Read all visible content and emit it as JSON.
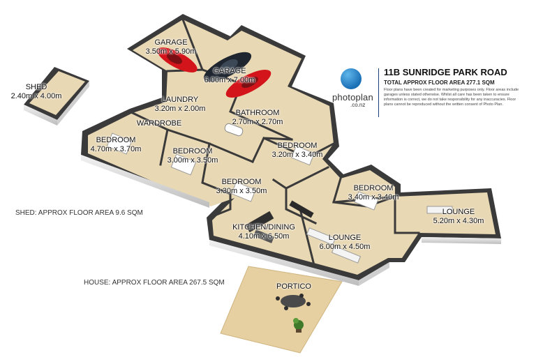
{
  "header": {
    "address": "11B SUNRIDGE PARK ROAD",
    "total_area": "TOTAL APPROX FLOOR AREA 277.1 SQM",
    "disclaimer": "Floor plans have been created for marketing purposes only. Floor areas include garages unless stated otherwise. Whilst all care has been taken to ensure information is correct, we do not take responsibility for any inaccuracies. Floor plans cannot be reproduced without the written consent of Photo Plan."
  },
  "logo": {
    "name": "photoplan",
    "domain": ".co.nz"
  },
  "notes": {
    "shed_area": "SHED: APPROX FLOOR AREA 9.6 SQM",
    "house_area": "HOUSE: APPROX FLOOR AREA 267.5 SQM"
  },
  "rooms": {
    "shed": {
      "name": "SHED",
      "dims": "2.40m x 4.00m"
    },
    "garage_small": {
      "name": "GARAGE",
      "dims": "3.50m x 5.90m"
    },
    "garage_large": {
      "name": "GARAGE",
      "dims": "6.00m x 7.00m"
    },
    "laundry": {
      "name": "LAUNDRY",
      "dims": "3.20m x 2.00m"
    },
    "wardrobe": {
      "name": "WARDROBE"
    },
    "bathroom": {
      "name": "BATHROOM",
      "dims": "2.70m x 2.70m"
    },
    "bedroom_1": {
      "name": "BEDROOM",
      "dims": "4.70m x 3.70m"
    },
    "bedroom_2": {
      "name": "BEDROOM",
      "dims": "3.00m x 3.50m"
    },
    "bedroom_3": {
      "name": "BEDROOM",
      "dims": "3.30m x 3.50m"
    },
    "bedroom_4": {
      "name": "BEDROOM",
      "dims": "3.20m x 3.40m"
    },
    "bedroom_5": {
      "name": "BEDROOM",
      "dims": "3.40m x 3.40m"
    },
    "lounge_right": {
      "name": "LOUNGE",
      "dims": "5.20m x 4.30m"
    },
    "kitchen_dining": {
      "name": "KITCHEN/DINING",
      "dims": "4.10m x 6.50m"
    },
    "lounge_main": {
      "name": "LOUNGE",
      "dims": "6.00m x 4.50m"
    },
    "portico": {
      "name": "PORTICO"
    }
  },
  "colors": {
    "floor": "#e9d8b4",
    "wall_top": "#3a3a3a",
    "wall_side": "#d9d9d9",
    "portico": "#e6cfa0",
    "car": "#d4141b",
    "car_dark": "#1f2630",
    "brand": "#1a6fb5"
  }
}
